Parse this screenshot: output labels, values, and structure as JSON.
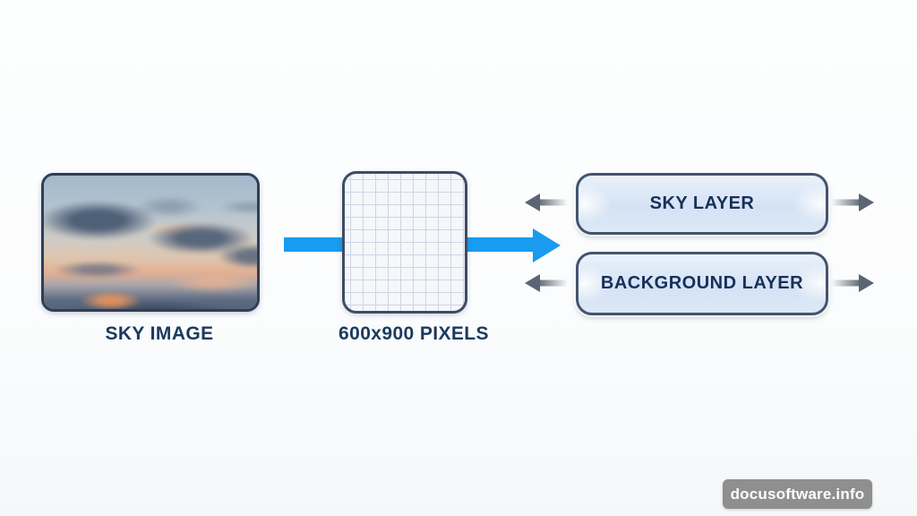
{
  "colors": {
    "canvas_bg_top": "#fdfefe",
    "canvas_bg_bottom": "#f5f8f9",
    "accent_blue": "#189bf0",
    "navy_text": "#1b3a5e",
    "node_border": "#3d4c66",
    "layer_box_fill": "#d4e2f4",
    "layer_box_border": "#44546d",
    "gray_arrow": "#5b6472",
    "grid_line": "#ccd6e4",
    "grid_bg": "#f5f7fa",
    "watermark_bg": "#8a8a8a",
    "watermark_text": "#ffffff"
  },
  "diagram": {
    "sky_image": {
      "label": "SKY IMAGE"
    },
    "grid_node": {
      "label": "600x900 PIXELS"
    },
    "layers": [
      {
        "label": "SKY LAYER"
      },
      {
        "label": "BACKGROUND LAYER"
      }
    ],
    "icons": {
      "flow_arrow": "right-arrow-blue",
      "layer_side_arrows": [
        "left-arrow-gray",
        "right-arrow-gray"
      ]
    }
  },
  "watermark": {
    "text": "docusoftware.info"
  }
}
